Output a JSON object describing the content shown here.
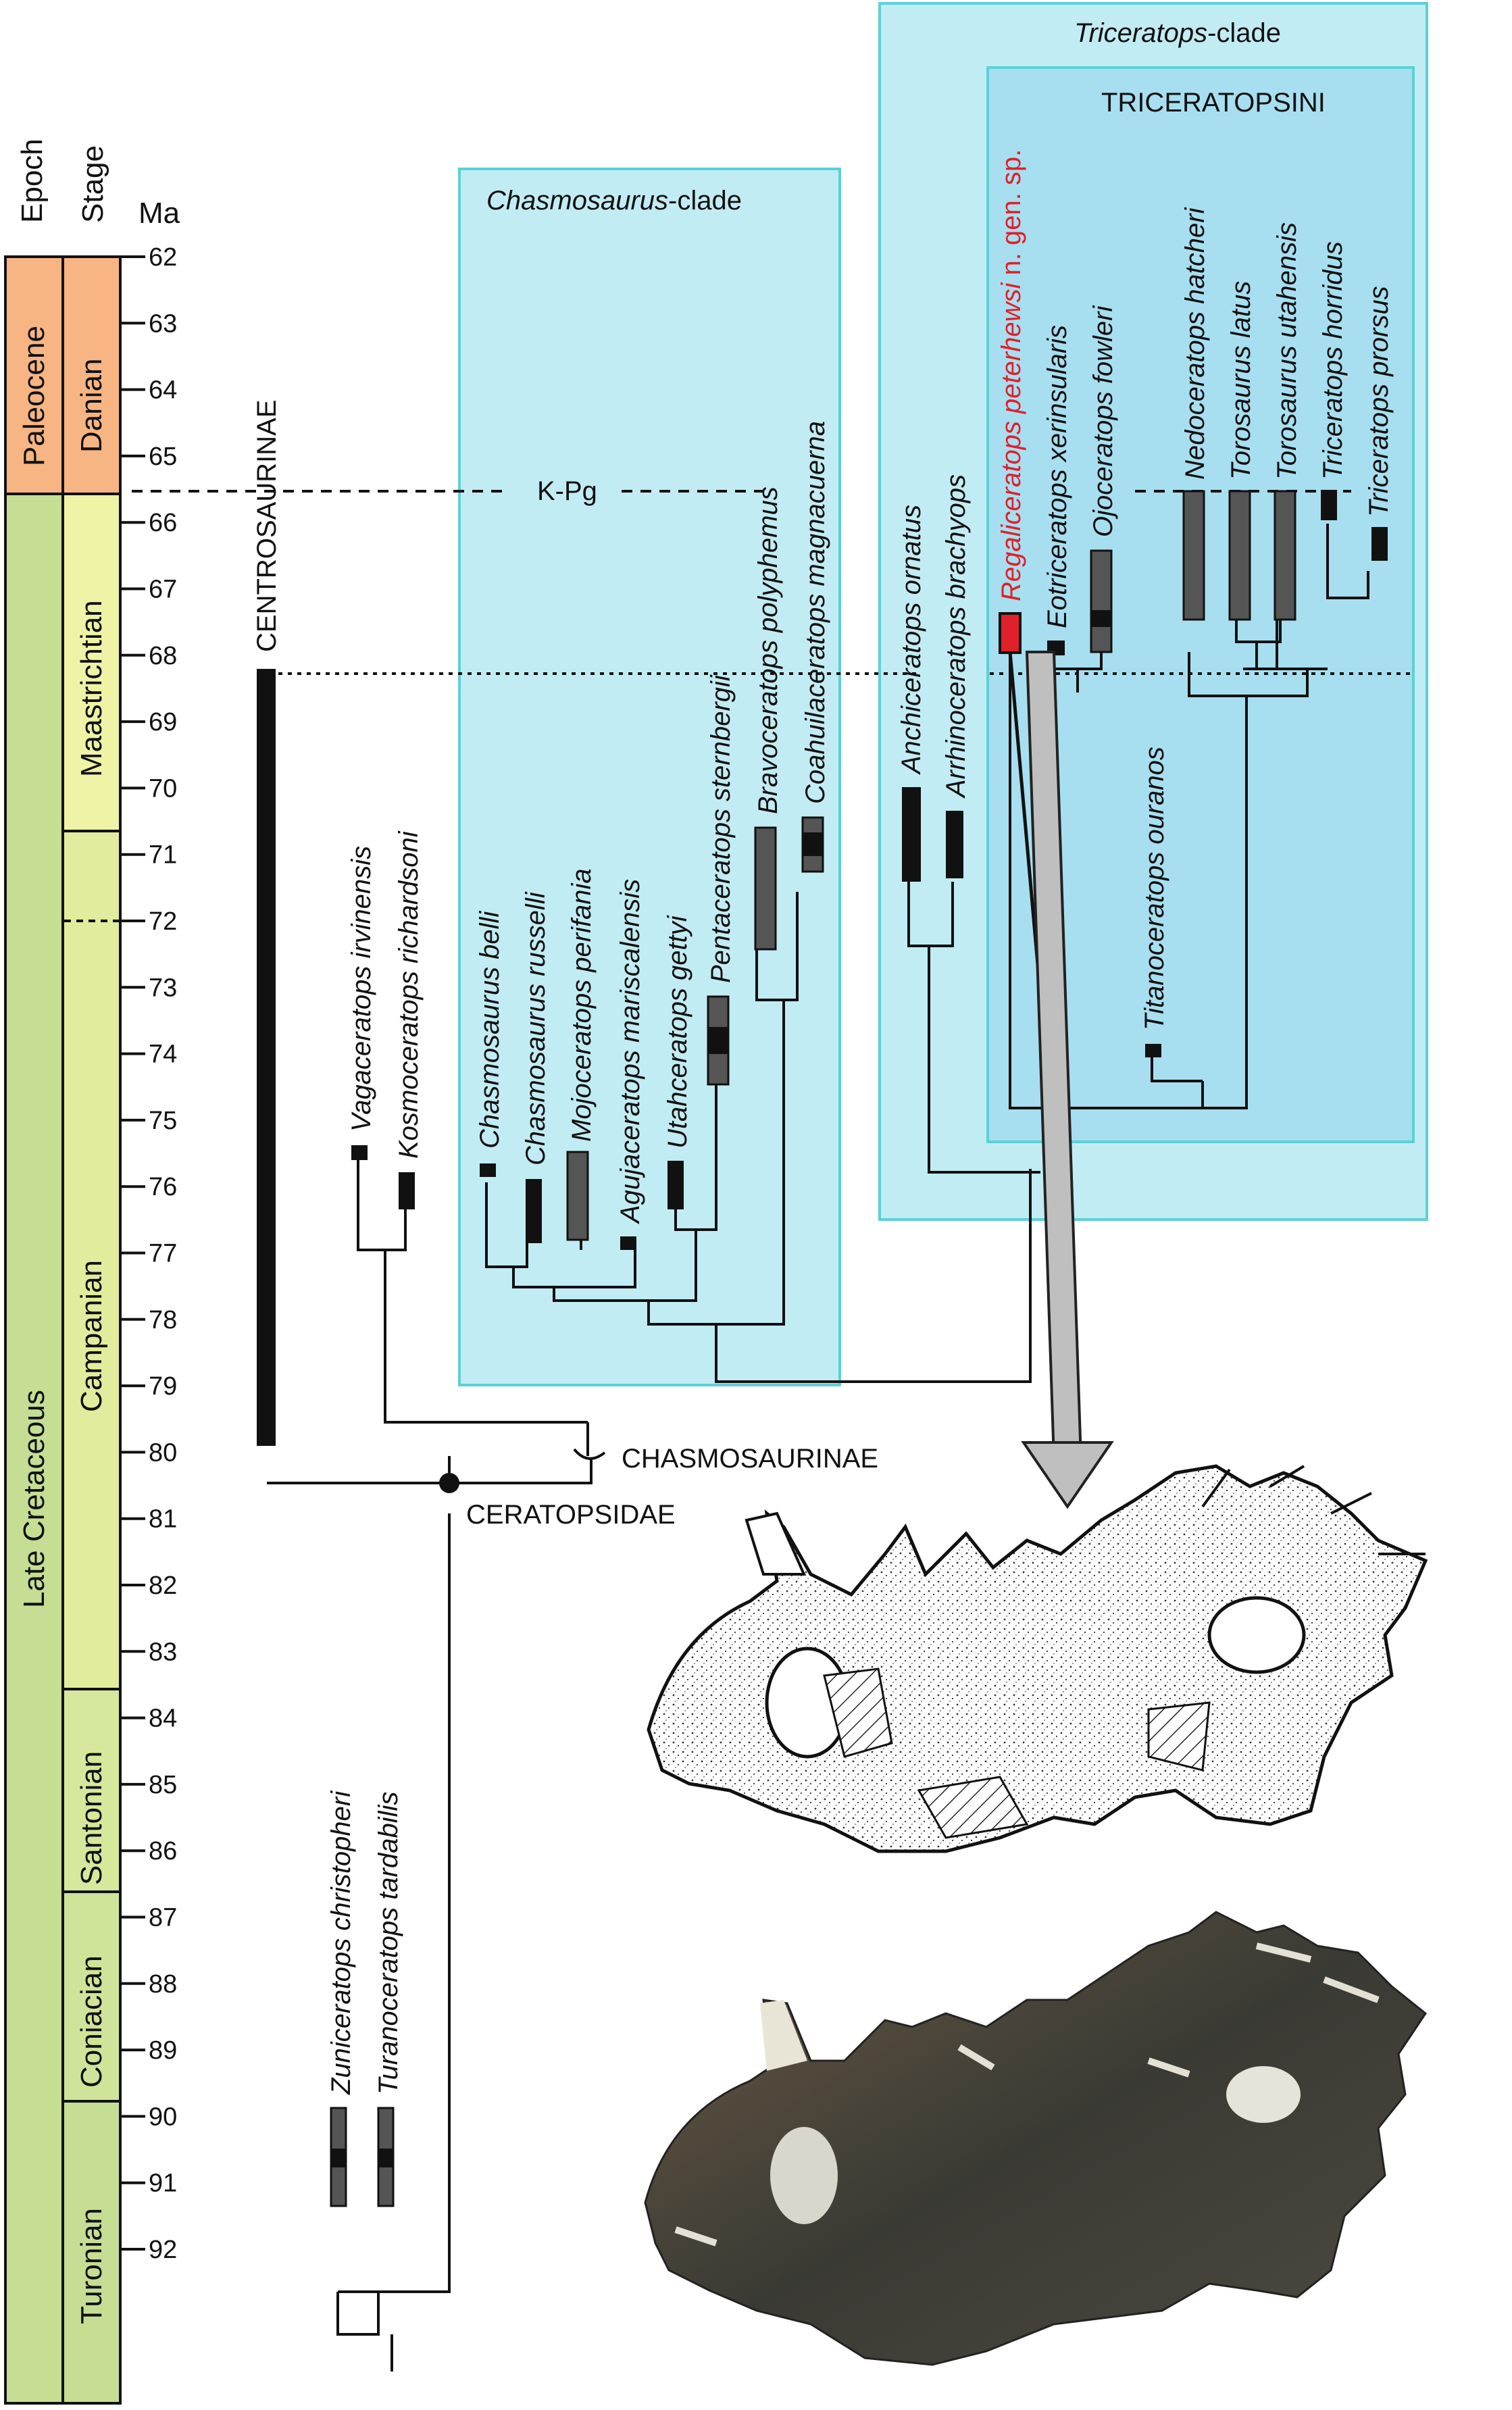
{
  "header": {
    "epoch": "Epoch",
    "stage": "Stage",
    "ma": "Ma"
  },
  "ticks": [
    "62",
    "63",
    "64",
    "65",
    "66",
    "67",
    "68",
    "69",
    "70",
    "71",
    "72",
    "73",
    "74",
    "75",
    "76",
    "77",
    "78",
    "79",
    "80",
    "81",
    "82",
    "83",
    "84",
    "85",
    "86",
    "87",
    "88",
    "89",
    "90",
    "91",
    "92"
  ],
  "epochs": [
    {
      "name": "Paleocene",
      "from": 62,
      "to": 65.6,
      "color": "#f7b583"
    },
    {
      "name": "Late Cretaceous",
      "from": 65.6,
      "to": 92.9,
      "color": "#c5de94"
    }
  ],
  "stages": [
    {
      "name": "Danian",
      "from": 62,
      "to": 65.6,
      "color": "#f7b583"
    },
    {
      "name": "Maastrichtian",
      "from": 65.6,
      "to": 70.8,
      "color": "#eef3a6"
    },
    {
      "name": "Campanian",
      "from": 70.8,
      "to": 83.6,
      "color": "#e2ec9d"
    },
    {
      "name": "Santonian",
      "from": 83.6,
      "to": 86.3,
      "color": "#d6e89b"
    },
    {
      "name": "Coniacian",
      "from": 86.3,
      "to": 89.8,
      "color": "#cfe498"
    },
    {
      "name": "Turonian",
      "from": 89.8,
      "to": 92.9,
      "color": "#c5de94"
    }
  ],
  "boundary_label": "K-Pg",
  "groups": {
    "centrosaurinae": "CENTROSAURINAE",
    "chasmosaurinae": "CHASMOSAURINAE",
    "ceratopsidae": "CERATOPSIDAE",
    "triceratopsini": "TRICERATOPSINI"
  },
  "clades": {
    "chasmosaurus": {
      "italic": "Chasmosaurus",
      "rest": "-clade"
    },
    "triceratops": {
      "italic": "Triceratops",
      "rest": "-clade"
    }
  },
  "taxa": [
    {
      "name": "Zuniceratops christopheri"
    },
    {
      "name": "Turanoceratops tardabilis"
    },
    {
      "name": "Vagaceratops irvinensis"
    },
    {
      "name": "Kosmoceratops richardsoni"
    },
    {
      "name": "Chasmosaurus belli"
    },
    {
      "name": "Chasmosaurus russelli"
    },
    {
      "name": "Mojoceratops perifania"
    },
    {
      "name": "Agujaceratops mariscalensis"
    },
    {
      "name": "Utahceratops gettyi"
    },
    {
      "name": "Pentaceratops sternbergii"
    },
    {
      "name": "Bravoceratops polyphemus"
    },
    {
      "name": "Coahuilaceratops magnacuerna"
    },
    {
      "name": "Anchiceratops ornatus"
    },
    {
      "name": "Arrhinoceratops brachyops"
    },
    {
      "name": "Titanoceratops ouranos"
    },
    {
      "name": "Regaliceratops peterhewsi",
      "suffix": " n. gen. sp.",
      "color": "#e0202a"
    },
    {
      "name": "Eotriceratops xerinsularis"
    },
    {
      "name": "Ojoceratops fowleri"
    },
    {
      "name": "Nedoceratops hatcheri"
    },
    {
      "name": "Torosaurus latus"
    },
    {
      "name": "Torosaurus utahensis"
    },
    {
      "name": "Triceratops horridus"
    },
    {
      "name": "Triceratops prorsus"
    }
  ],
  "colors": {
    "box_fill": "#c2ecf3",
    "box_stroke": "#5cd0d6",
    "tri_fill": "#a7dff0",
    "highlight": "#e0202a",
    "range_black": "#111111",
    "range_gray": "#555555"
  }
}
